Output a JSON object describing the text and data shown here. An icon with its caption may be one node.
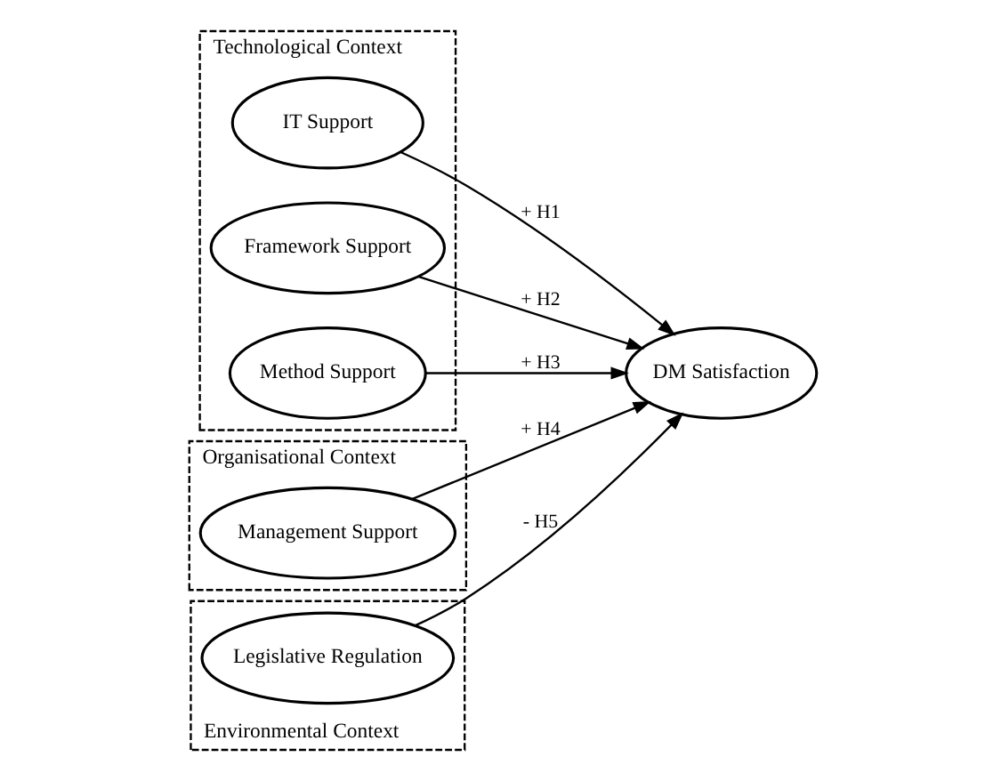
{
  "diagram": {
    "nodes": [
      {
        "text": [
          "Technological Context"
        ]
      },
      {
        "text": [
          "IT Support"
        ],
        "in": 0
      },
      {
        "text": [
          "Framework Support"
        ],
        "in": 0
      },
      {
        "text": [
          "Method Support"
        ],
        "in": 0
      },
      {
        "text": [
          "Organisational Context"
        ]
      },
      {
        "text": [
          "Management Support"
        ],
        "in": 4
      },
      {
        "text": [
          "DM Satisfaction"
        ]
      },
      {
        "text": [
          "Environmental Context"
        ]
      },
      {
        "text": [
          "Legislative Regulation"
        ],
        "in": 7
      }
    ],
    "edges": [
      {
        "from": 1,
        "to": 6,
        "arrow": "to",
        "label": "+ H1"
      },
      {
        "from": 2,
        "to": 6,
        "arrow": "to",
        "label": "+ H2"
      },
      {
        "from": 3,
        "to": 6,
        "arrow": "to",
        "label": "+ H3"
      },
      {
        "from": 5,
        "to": 6,
        "arrow": "to",
        "label": "+ H4"
      },
      {
        "from": 8,
        "to": 6,
        "arrow": "to",
        "label": "- H5"
      }
    ]
  }
}
